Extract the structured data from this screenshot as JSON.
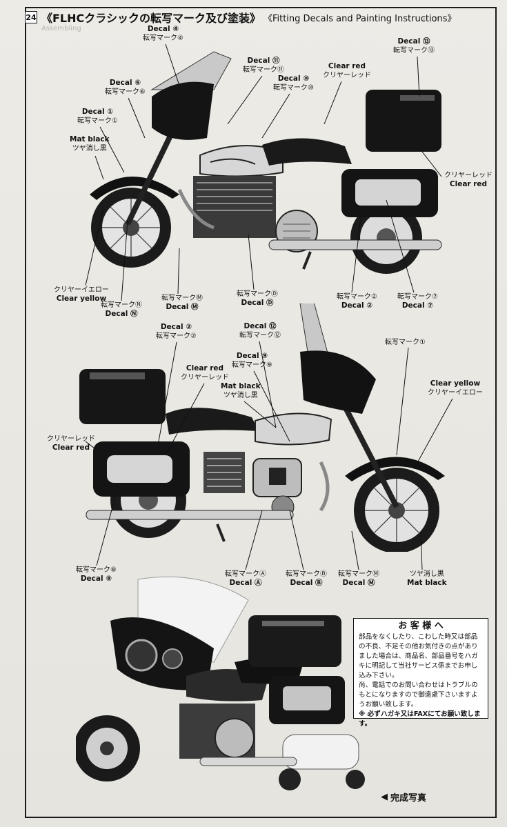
{
  "header": {
    "step_number": "24",
    "title_jp": "《FLHCクラシックの転写マーク及び塗装》",
    "title_en": "《Fitting Decals and Painting Instructions》"
  },
  "top_view": {
    "labels": [
      {
        "id": "d4",
        "en": "Decal ④",
        "jp": "転写マーク④"
      },
      {
        "id": "d11",
        "en": "Decal ⑪",
        "jp": "転写マーク⑪"
      },
      {
        "id": "d10",
        "en": "Decal ⑩",
        "jp": "転写マーク⑩"
      },
      {
        "id": "cr1",
        "en": "Clear red",
        "jp": "クリヤーレッド"
      },
      {
        "id": "d13",
        "en": "Decal ⑬",
        "jp": "転写マーク⑬"
      },
      {
        "id": "d6",
        "en": "Decal ⑥",
        "jp": "転写マーク⑥"
      },
      {
        "id": "d1",
        "en": "Decal ①",
        "jp": "転写マーク①"
      },
      {
        "id": "mb1",
        "en": "Mat black",
        "jp": "ツヤ消し黒"
      },
      {
        "id": "cr2",
        "en": "Clear red",
        "jp": "クリヤーレッド"
      },
      {
        "id": "cy1",
        "en": "Clear yellow",
        "jp": "クリヤーイエロー"
      },
      {
        "id": "dN",
        "en": "Decal Ⓝ",
        "jp": "転写マークⓃ"
      },
      {
        "id": "dM",
        "en": "Decal Ⓜ",
        "jp": "転写マークⓂ"
      },
      {
        "id": "dD",
        "en": "Decal Ⓓ",
        "jp": "転写マークⒹ"
      },
      {
        "id": "d2",
        "en": "Decal ②",
        "jp": "転写マーク②"
      },
      {
        "id": "d7",
        "en": "Decal ⑦",
        "jp": "転写マーク⑦"
      }
    ]
  },
  "middle_view": {
    "labels": [
      {
        "id": "d2b",
        "en": "Decal ②",
        "jp": "転写マーク②"
      },
      {
        "id": "d12",
        "en": "Decal ⑫",
        "jp": "転写マーク⑫"
      },
      {
        "id": "cr3",
        "en": "Clear red",
        "jp": "クリヤーレッド"
      },
      {
        "id": "d9",
        "en": "Decal ⑨",
        "jp": "転写マーク⑨"
      },
      {
        "id": "d1b",
        "en": "",
        "jp": "転写マーク①"
      },
      {
        "id": "mb2",
        "en": "Mat black",
        "jp": "ツヤ消し黒"
      },
      {
        "id": "cy2",
        "en": "Clear yellow",
        "jp": "クリヤーイエロー"
      },
      {
        "id": "cr4",
        "en": "Clear red",
        "jp": "クリヤーレッド"
      },
      {
        "id": "d8",
        "en": "Decal ⑧",
        "jp": "転写マーク⑧"
      },
      {
        "id": "dA",
        "en": "Decal Ⓐ",
        "jp": "転写マークⒶ"
      },
      {
        "id": "dB",
        "en": "Decal Ⓑ",
        "jp": "転写マークⒷ"
      },
      {
        "id": "dM2",
        "en": "Decal Ⓜ",
        "jp": "転写マークⓂ"
      },
      {
        "id": "mb3",
        "en": "Mat black",
        "jp": "ツヤ消し黒"
      }
    ]
  },
  "notice": {
    "title": "お 客 様 へ",
    "body": "部品をなくしたり、こわした時又は部品の不良、不足その他お気付きの点がありました場合は、商品名、部品番号をハガキに明記して当社サービス係までお申し込み下さい。",
    "body2": "尚、電話でのお問い合わせはトラブルのもとになりますので御遠慮下さいますようお願い致します。",
    "note": "※ 必ずハガキ又はFAXにてお願い致します。"
  },
  "photo": {
    "caption": "完成写真"
  },
  "colors": {
    "ink": "#111111",
    "paper": "#e9e7e1",
    "notice_bg": "#ffffff"
  }
}
